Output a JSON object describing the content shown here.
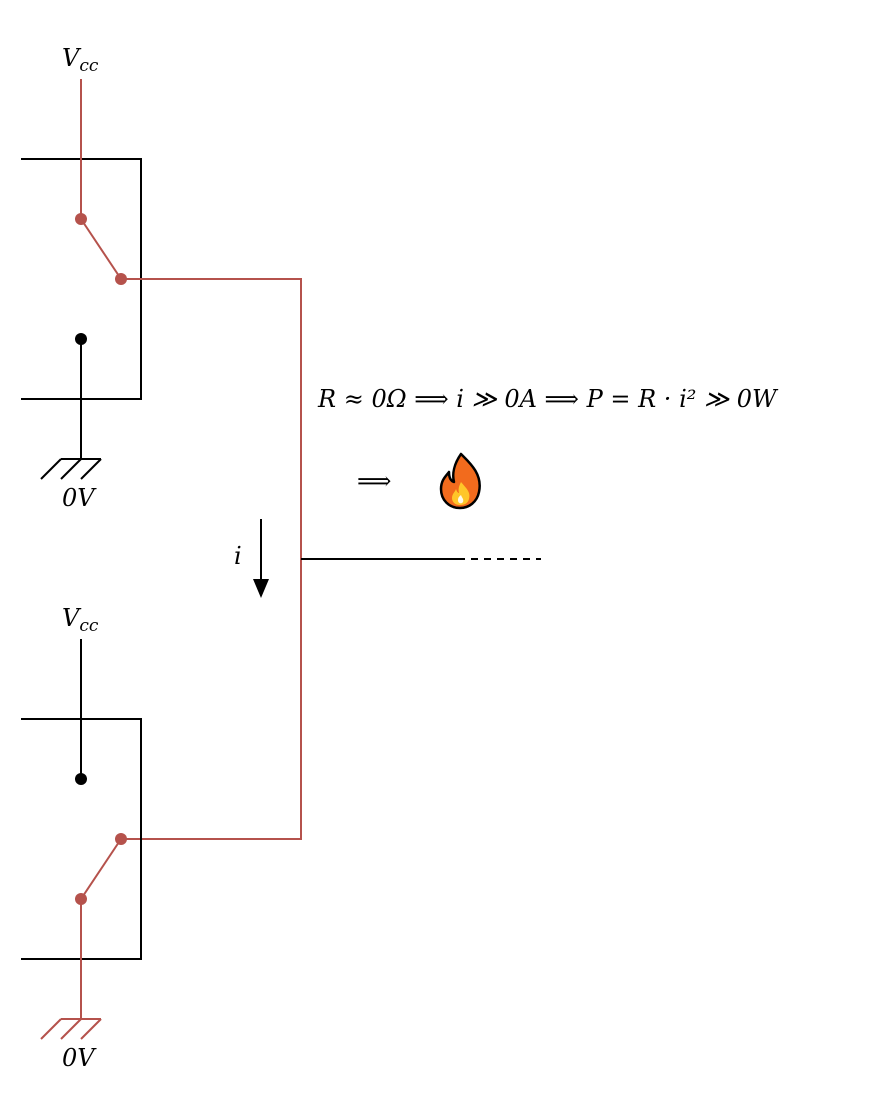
{
  "colors": {
    "active_path": "#b5524c",
    "inactive_path": "#000000",
    "flame_outer": "#f26b1d",
    "flame_inner": "#ffc629",
    "flame_outline": "#000000"
  },
  "top_switch": {
    "supply_label": {
      "main": "V",
      "sub": "cc"
    },
    "ground_label": "0V"
  },
  "bottom_switch": {
    "supply_label": {
      "main": "V",
      "sub": "cc"
    },
    "ground_label": "0V"
  },
  "current_label": "i",
  "equation": "R ≈ 0Ω ⟹ i ≫ 0A ⟹ P = R · i² ≫ 0W",
  "implies": "⟹",
  "icons": {
    "fire": "fire-icon",
    "current_arrow": "arrow-down-icon"
  }
}
